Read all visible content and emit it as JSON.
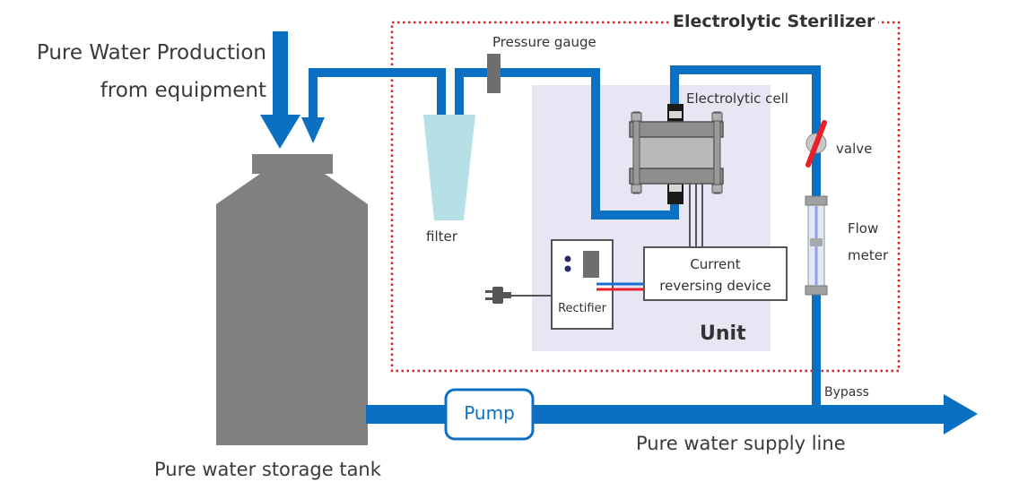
{
  "source_label": {
    "line1": "Pure Water Production",
    "line2": "from equipment"
  },
  "sterilizer_title": "Electrolytic Sterilizer",
  "pressure_gauge_label": "Pressure gauge",
  "electrolytic_cell_label": "Electrolytic cell",
  "valve_label": "valve",
  "flow_meter_label": {
    "line1": "Flow",
    "line2": "meter"
  },
  "filter_label": "filter",
  "current_reversing_label": {
    "line1": "Current",
    "line2": "reversing device"
  },
  "rectifier_label": "Rectifier",
  "unit_label": "Unit",
  "bypass_label": "Bypass",
  "pump_label": "Pump",
  "supply_line_label": "Pure water supply line",
  "tank_label": "Pure water storage tank",
  "colors": {
    "pipe": "#0b6fc2",
    "unit_background": "#e6e6f5",
    "sterilizer_border": "#e02020",
    "tank": "#808080",
    "filter": "#b5e0e5",
    "valve_handle": "#e8202a",
    "wire_positive": "#e8202a",
    "wire_negative": "#1a6fcf"
  }
}
